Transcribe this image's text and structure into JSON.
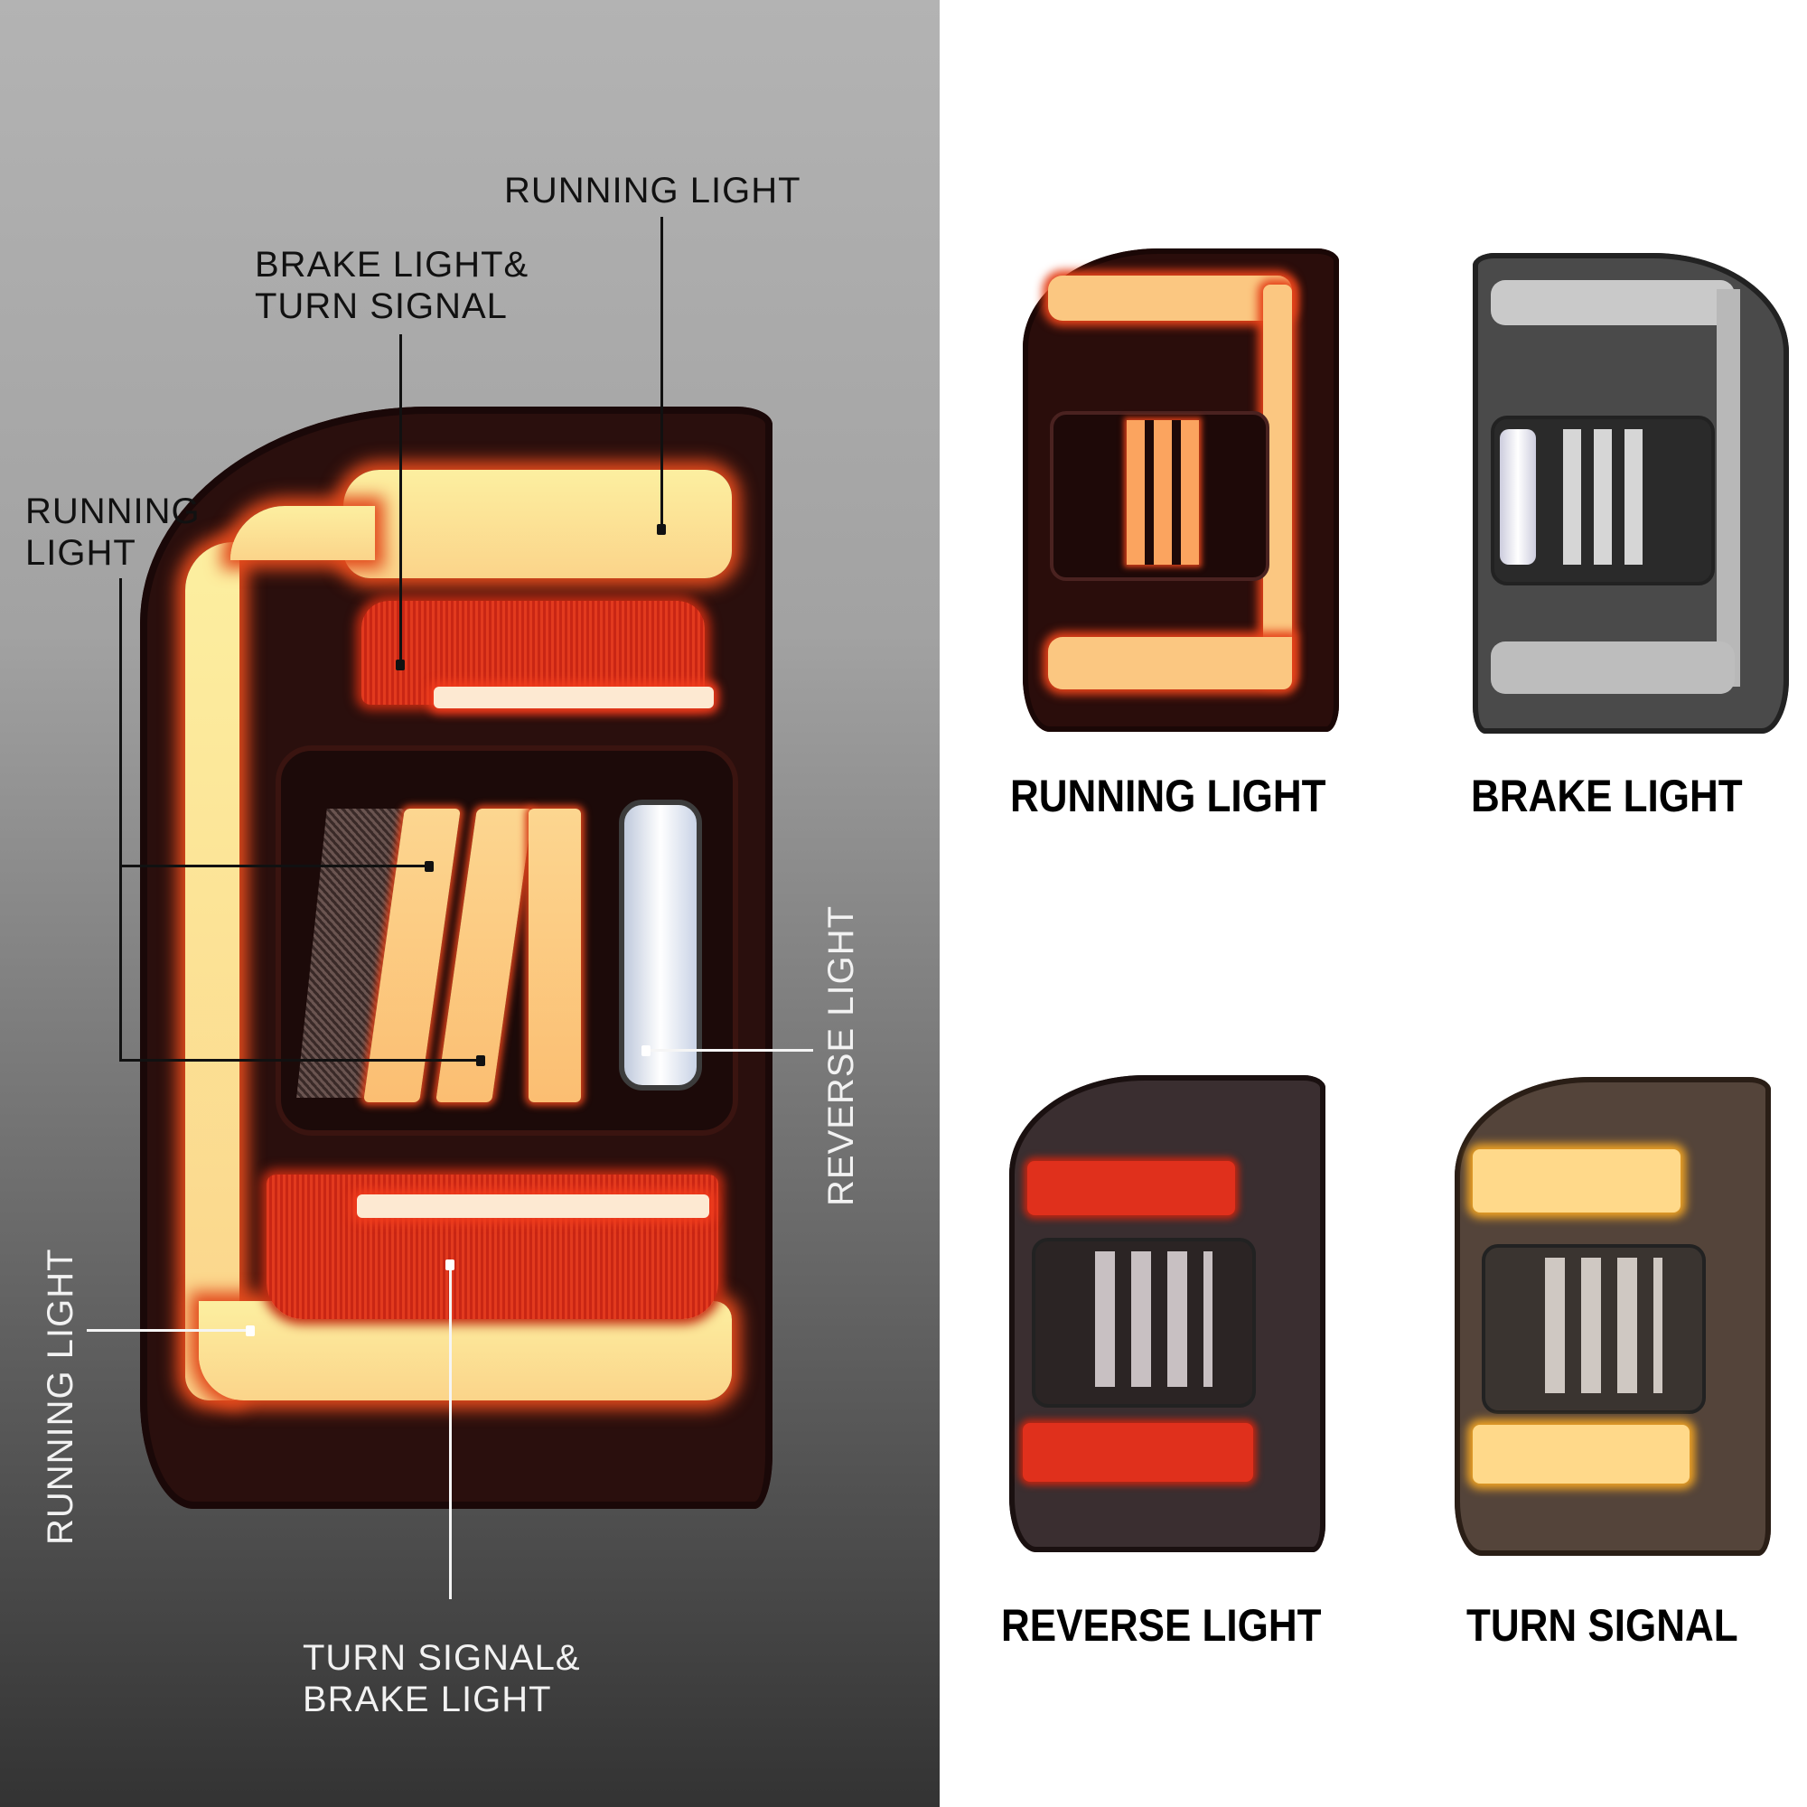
{
  "diagram": {
    "title_labels": {
      "running_light_top": "RUNNING LIGHT",
      "brake_turn_top": "BRAKE LIGHT&\nTURN SIGNAL",
      "running_light_left": "RUNNING\nLIGHT",
      "reverse_light": "REVERSE LIGHT",
      "running_light_vertical": "RUNNING LIGHT",
      "turn_brake_bottom": "TURN SIGNAL&\nBRAKE LIGHT"
    },
    "colors": {
      "panel_top": "#b3b3b3",
      "panel_bottom": "#333333",
      "lamp_housing": "#2a0f0d",
      "running_glow": "#fbd48a",
      "brake_red": "#e23a1e",
      "reverse_white": "#ffffff"
    }
  },
  "modes": [
    {
      "label": "RUNNING LIGHT",
      "state": "running"
    },
    {
      "label": "BRAKE LIGHT",
      "state": "brake"
    },
    {
      "label": "REVERSE LIGHT",
      "state": "reverse"
    },
    {
      "label": "TURN SIGNAL",
      "state": "turn"
    }
  ]
}
